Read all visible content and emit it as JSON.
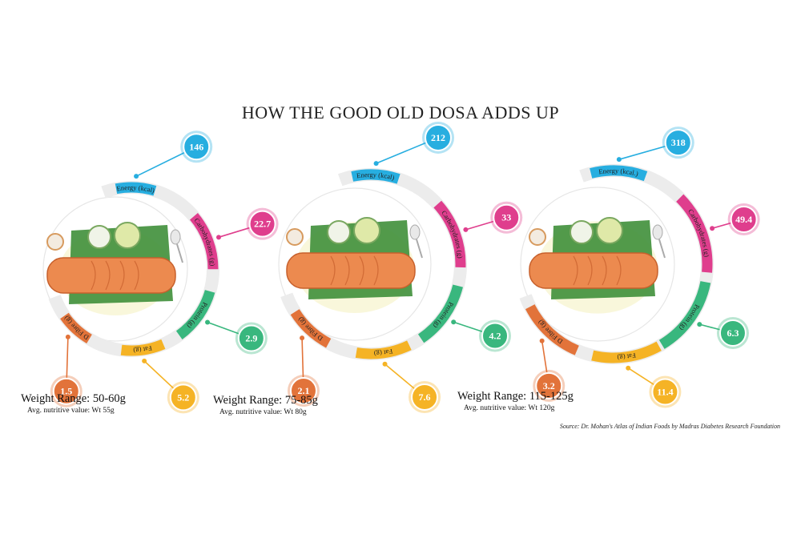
{
  "title": "HOW THE GOOD OLD DOSA ADDS UP",
  "source": "Source: Dr. Mohan's Atlas of Indian Foods by Madras Diabetes Research Foundation",
  "colors": {
    "energy": "#27aee0",
    "carbohydrates": "#df3e8d",
    "protein": "#39b77e",
    "fat": "#f5b325",
    "fibre": "#e2733a"
  },
  "chart_data": [
    {
      "type": "radial-bar",
      "weight_range": "Weight Range: 50-60g",
      "avg_value": "Avg. nutritive value: Wt 55g",
      "series": [
        {
          "label": "Energy (kcal)",
          "value": 146
        },
        {
          "label": "Carbohydrates (g)",
          "value": 22.7
        },
        {
          "label": "Protein (g)",
          "value": 2.9
        },
        {
          "label": "Fat (g)",
          "value": 5.2
        },
        {
          "label": "D Fibre (g)",
          "value": 1.5
        }
      ]
    },
    {
      "type": "radial-bar",
      "weight_range": "Weight Range: 75-85g",
      "avg_value": "Avg. nutritive value: Wt 80g",
      "series": [
        {
          "label": "Energy (kcal)",
          "value": 212
        },
        {
          "label": "Carbohydrates (g)",
          "value": 33
        },
        {
          "label": "Protein (g)",
          "value": 4.2
        },
        {
          "label": "Fat (g)",
          "value": 7.6
        },
        {
          "label": "D Fibre (g)",
          "value": 2.1
        }
      ]
    },
    {
      "type": "radial-bar",
      "weight_range": "Weight Range: 115-125g",
      "avg_value": "Avg. nutritive value: Wt 120g",
      "series": [
        {
          "label": "Energy (kcal.)",
          "value": 318
        },
        {
          "label": "Carbohydrates (g)",
          "value": 49.4
        },
        {
          "label": "Protein (g)",
          "value": 6.3
        },
        {
          "label": "Fat (g)",
          "value": 11.4
        },
        {
          "label": "D Fibre (g)",
          "value": 3.2
        }
      ]
    }
  ]
}
